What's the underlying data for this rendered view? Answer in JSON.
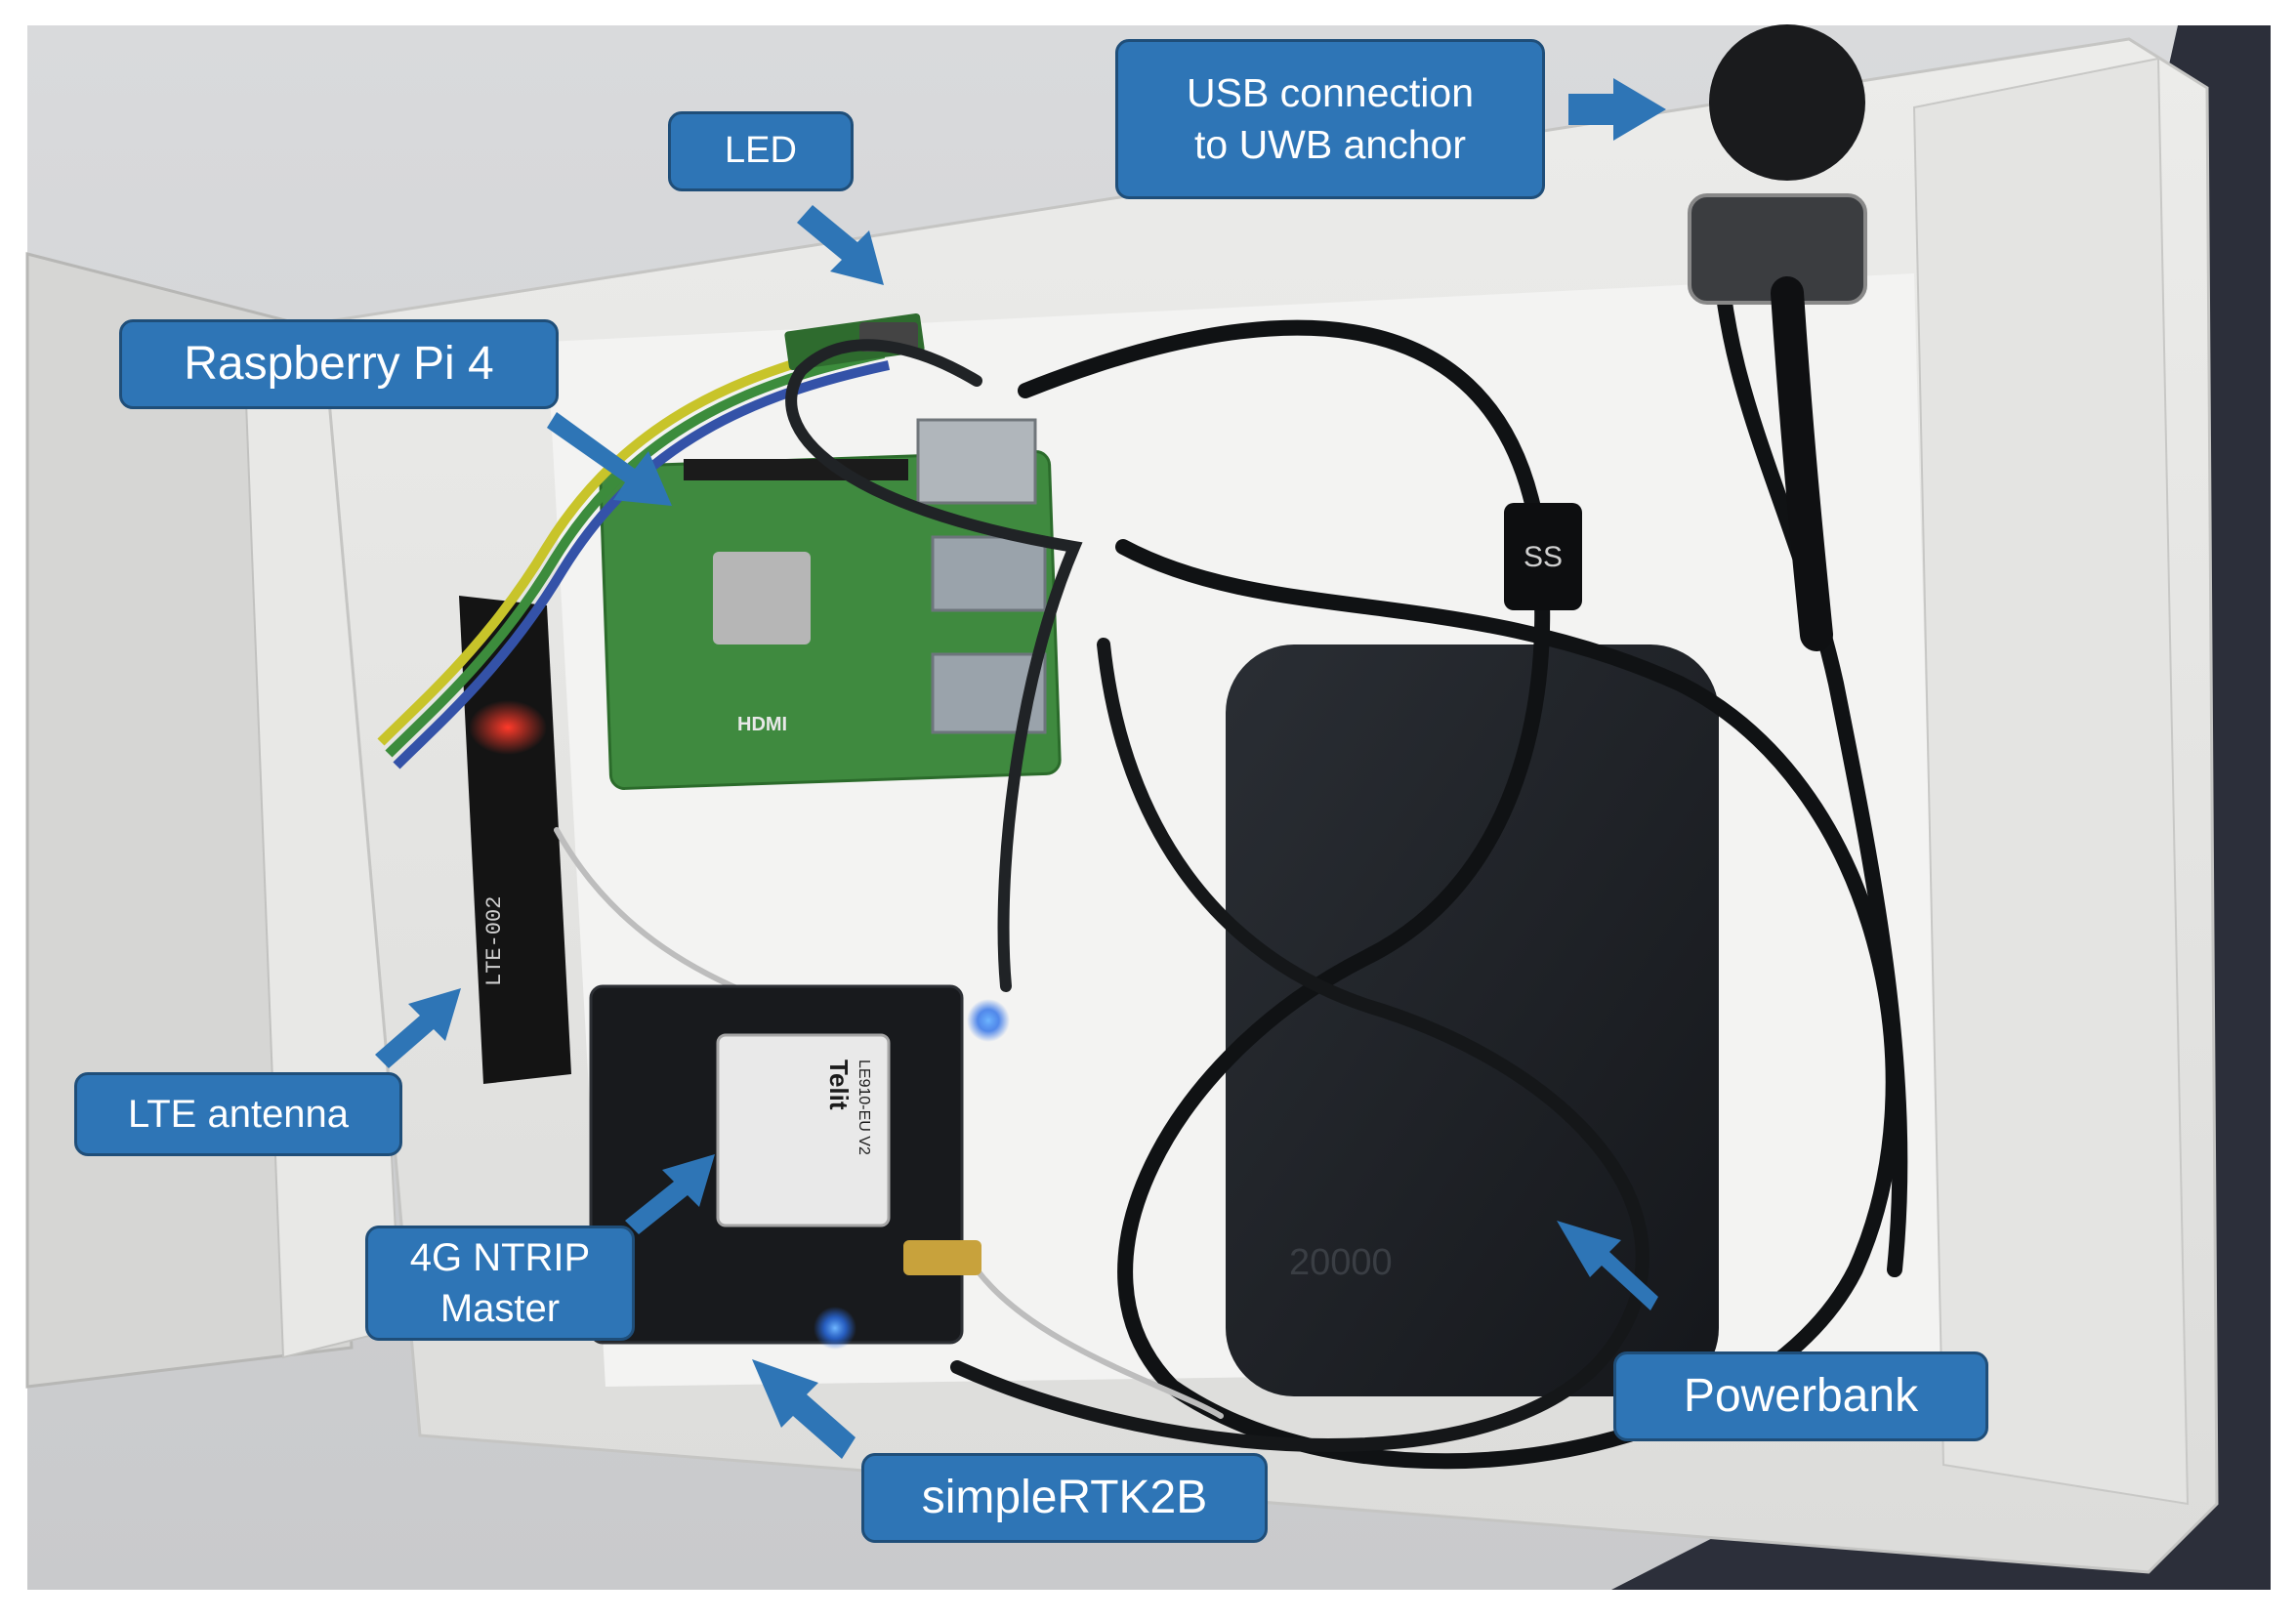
{
  "photo": {
    "description_colors": {
      "label_fill": "#2e75b6",
      "label_border": "#1f4e79",
      "enclosure": "#e3e3e1",
      "pcb_green": "#3f8a3f",
      "powerbank": "#1e2126"
    },
    "device_markings": {
      "antenna_marking": "LTE-002",
      "modem_brand": "Telit",
      "modem_model": "LE910-EU V2",
      "powerbank_capacity": "20000",
      "hdmi": "HDMI",
      "usb_mark": "SS"
    }
  },
  "callouts": {
    "led": "LED",
    "usb": "USB connection\nto UWB anchor",
    "rpi": "Raspberry Pi 4",
    "lte": "LTE antenna",
    "ntrip": "4G NTRIP\nMaster",
    "rtk": "simpleRTK2B",
    "powerbank": "Powerbank"
  }
}
